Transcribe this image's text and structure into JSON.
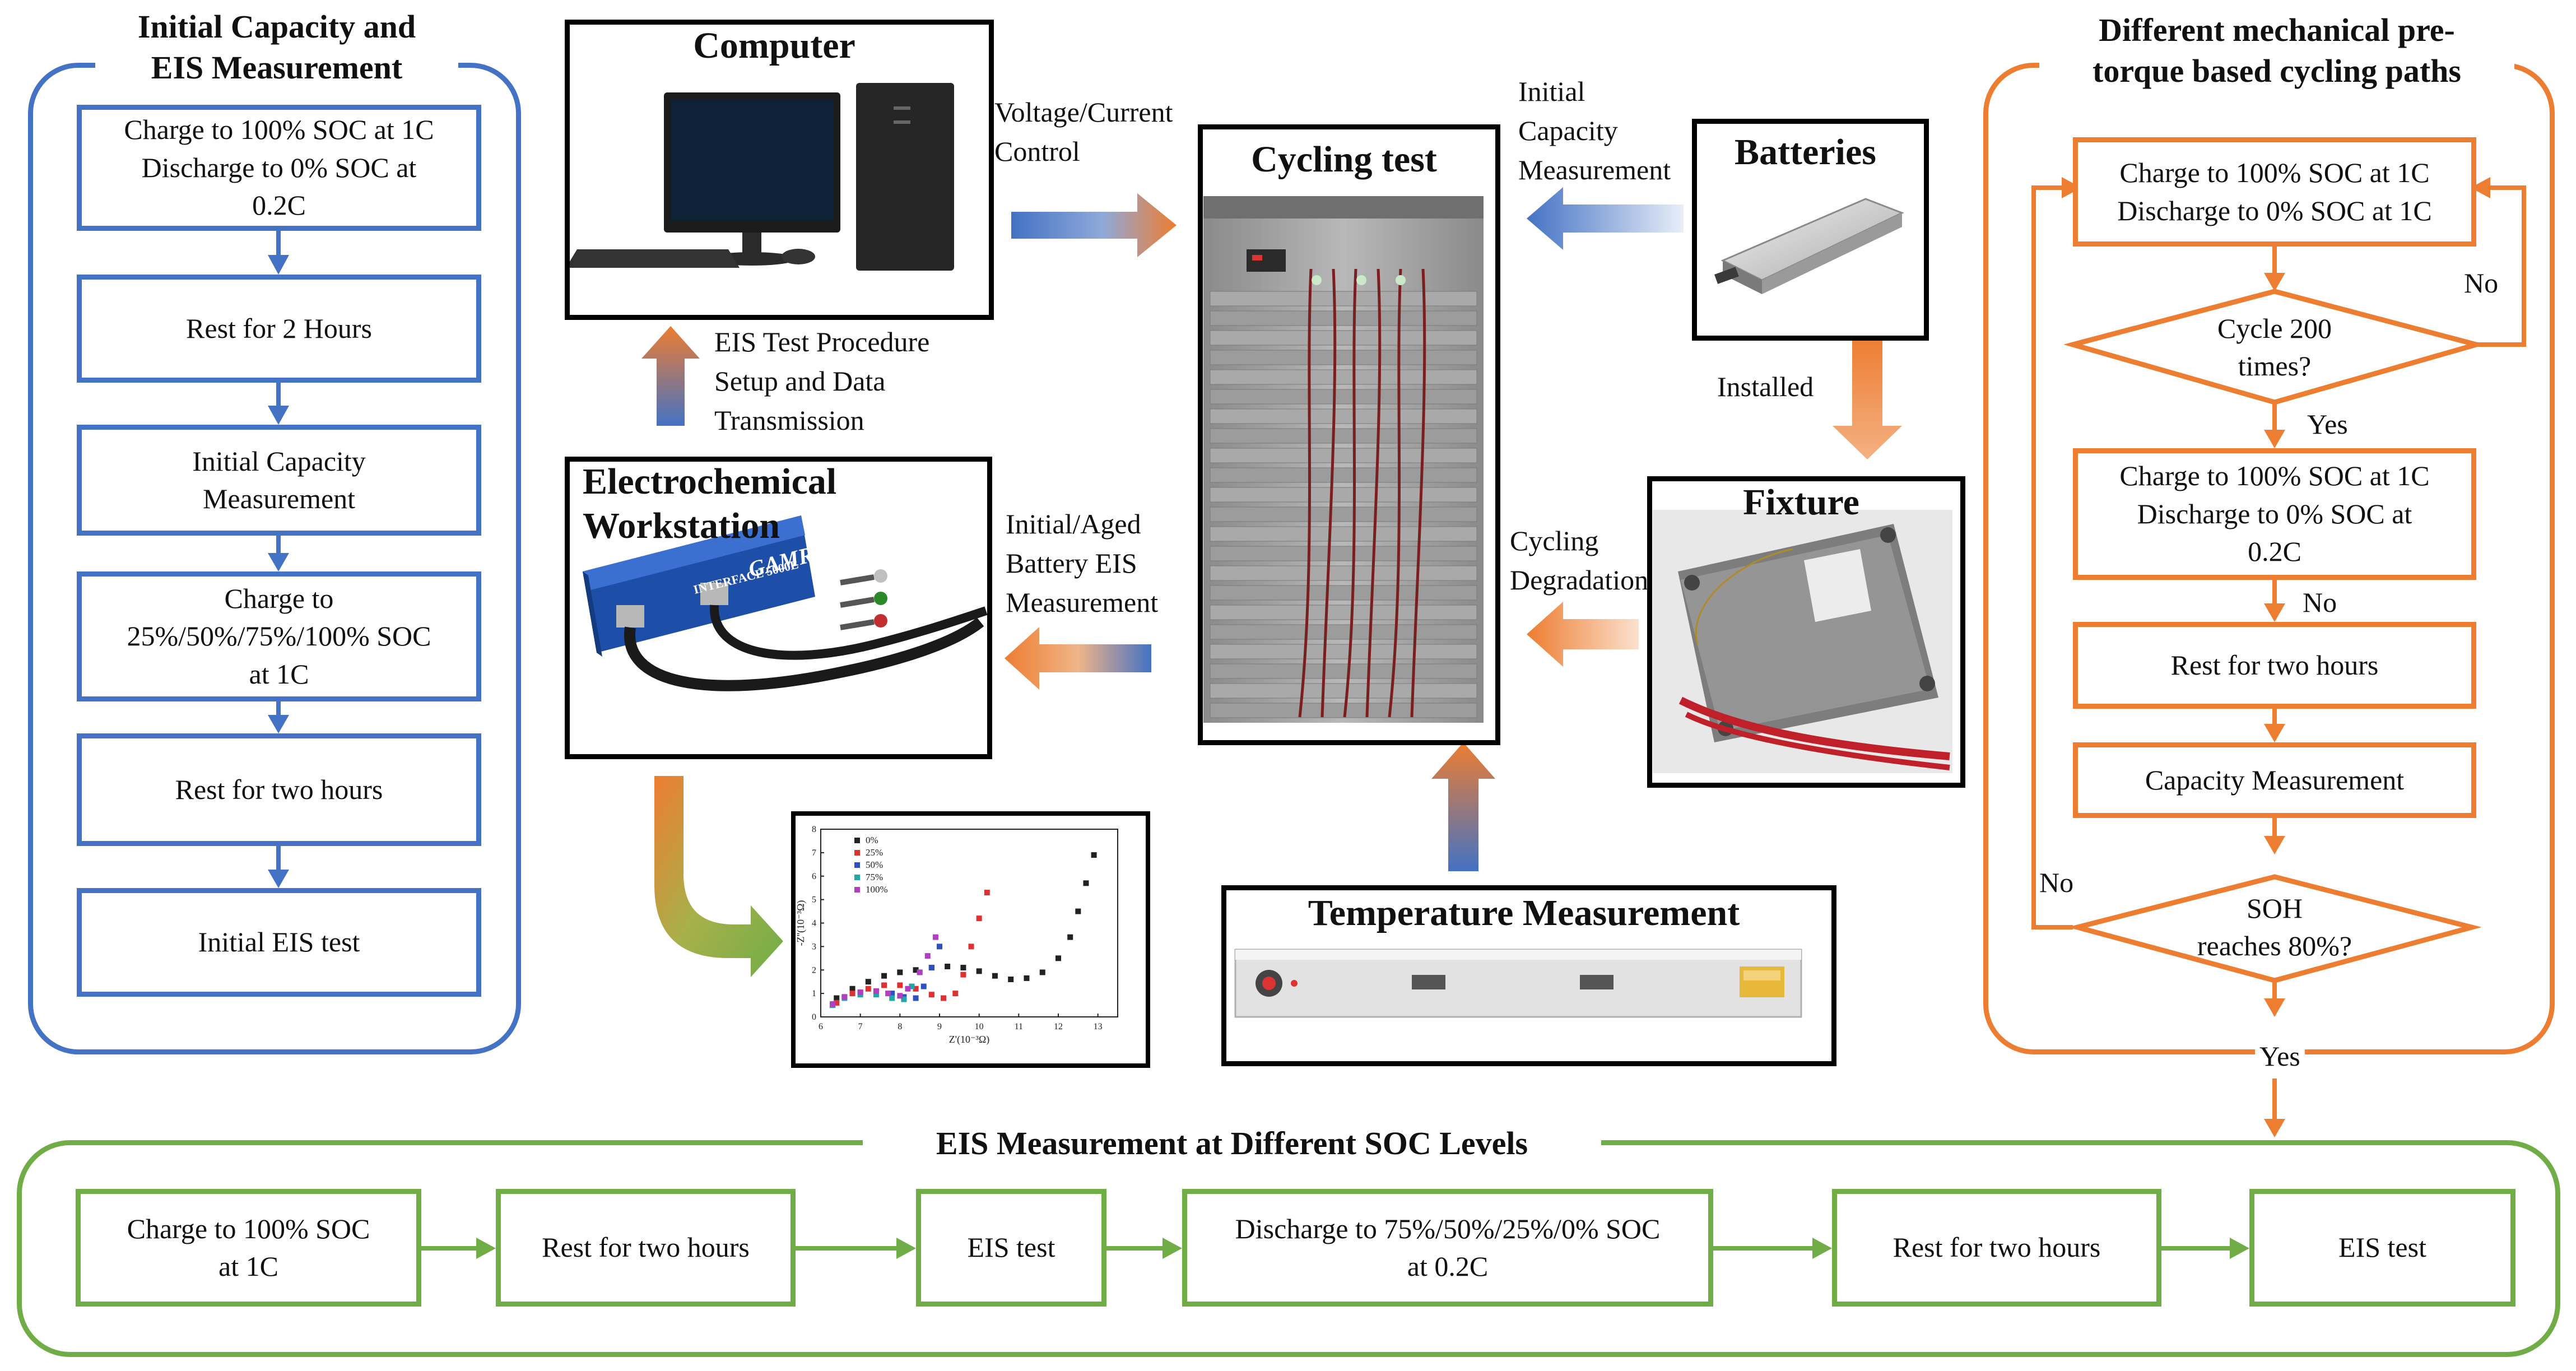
{
  "colors": {
    "blue": "#4472c4",
    "orange": "#ed7d31",
    "green": "#70ad47",
    "black": "#000000"
  },
  "left_panel": {
    "title": "Initial Capacity and\nEIS Measurement",
    "steps": [
      "Charge to 100% SOC at 1C\nDischarge to 0% SOC at\n0.2C",
      "Rest for 2 Hours",
      "Initial Capacity\nMeasurement",
      "Charge to\n25%/50%/75%/100% SOC\nat 1C",
      "Rest for two hours",
      "Initial EIS test"
    ]
  },
  "center": {
    "computer": {
      "title": "Computer"
    },
    "voltage_current_label": "Voltage/Current\nControl",
    "eis_procedure_label": "EIS Test Procedure\nSetup and Data\nTransmission",
    "workstation": {
      "title": "Electrochemical\nWorkstation",
      "device_brand": "GAMRY",
      "device_model": "INTERFACE 5000E"
    },
    "aged_label": "Initial/Aged\nBattery EIS\nMeasurement",
    "cycling": {
      "title": "Cycling test"
    },
    "initial_capacity_label": "Initial\nCapacity\nMeasurement",
    "batteries": {
      "title": "Batteries"
    },
    "installed_label": "Installed",
    "fixture": {
      "title": "Fixture"
    },
    "cycling_degradation_label": "Cycling\nDegradation",
    "temperature": {
      "title": "Temperature Measurement"
    }
  },
  "right_panel": {
    "title": "Different mechanical pre-\ntorque based cycling paths",
    "step1": "Charge to 100% SOC at 1C\nDischarge to 0% SOC at 1C",
    "decision1": "Cycle 200\ntimes?",
    "no1": "No",
    "yes1": "Yes",
    "step2": "Charge to 100% SOC at 1C\nDischarge to 0% SOC at\n0.2C",
    "no_mid": "No",
    "step3": "Rest for two hours",
    "step4": "Capacity Measurement",
    "decision2": "SOH\nreaches 80%?",
    "no2": "No",
    "yes2": "Yes"
  },
  "bottom_panel": {
    "title": "EIS Measurement at Different SOC Levels",
    "steps": [
      "Charge to 100% SOC\nat 1C",
      "Rest for two hours",
      "EIS test",
      "Discharge to 75%/50%/25%/0% SOC\nat 0.2C",
      "Rest for two hours",
      "EIS test"
    ]
  },
  "chart_data": {
    "type": "scatter",
    "xlabel": "Z'(10⁻³Ω)",
    "ylabel": "-Z''(10⁻³Ω)",
    "x_ticks": [
      "6",
      "7",
      "8",
      "9",
      "10",
      "11",
      "12",
      "13"
    ],
    "y_ticks": [
      "0",
      "1",
      "2",
      "3",
      "4",
      "5",
      "6",
      "7",
      "8"
    ],
    "xlim": [
      6,
      13.5
    ],
    "ylim": [
      0,
      8
    ],
    "series": [
      {
        "name": "0%",
        "color": "#222222",
        "x": [
          6.4,
          6.8,
          7.2,
          7.6,
          8.0,
          8.4,
          8.8,
          9.2,
          9.6,
          10.0,
          10.4,
          10.8,
          11.2,
          11.6,
          12.0,
          12.3,
          12.5,
          12.7,
          12.9
        ],
        "y": [
          0.8,
          1.2,
          1.5,
          1.75,
          1.9,
          2.0,
          2.1,
          2.15,
          2.1,
          1.95,
          1.75,
          1.6,
          1.65,
          1.9,
          2.5,
          3.4,
          4.5,
          5.7,
          6.9
        ]
      },
      {
        "name": "25%",
        "color": "#e03030",
        "x": [
          6.4,
          6.8,
          7.2,
          7.6,
          8.0,
          8.4,
          8.8,
          9.1,
          9.4,
          9.6,
          9.8,
          10.0,
          10.2
        ],
        "y": [
          0.6,
          1.0,
          1.2,
          1.35,
          1.35,
          1.2,
          0.95,
          0.8,
          1.0,
          1.8,
          3.0,
          4.2,
          5.3
        ]
      },
      {
        "name": "50%",
        "color": "#3050c0",
        "x": [
          6.3,
          6.6,
          7.0,
          7.4,
          7.8,
          8.1,
          8.4,
          8.6,
          8.8,
          9.0
        ],
        "y": [
          0.5,
          0.85,
          1.05,
          1.1,
          1.0,
          0.85,
          0.8,
          1.3,
          2.1,
          3.0
        ]
      },
      {
        "name": "75%",
        "color": "#20a8a8",
        "x": [
          6.3,
          6.6,
          7.0,
          7.4,
          7.8,
          8.1,
          8.3,
          8.5
        ],
        "y": [
          0.5,
          0.8,
          0.95,
          0.95,
          0.8,
          0.75,
          1.3,
          1.9
        ]
      },
      {
        "name": "100%",
        "color": "#b040c0",
        "x": [
          6.3,
          6.6,
          7.0,
          7.4,
          7.7,
          8.0,
          8.2,
          8.5,
          8.7,
          8.9
        ],
        "y": [
          0.55,
          0.85,
          1.05,
          1.1,
          1.0,
          0.9,
          1.2,
          1.9,
          2.6,
          3.4
        ]
      }
    ]
  }
}
